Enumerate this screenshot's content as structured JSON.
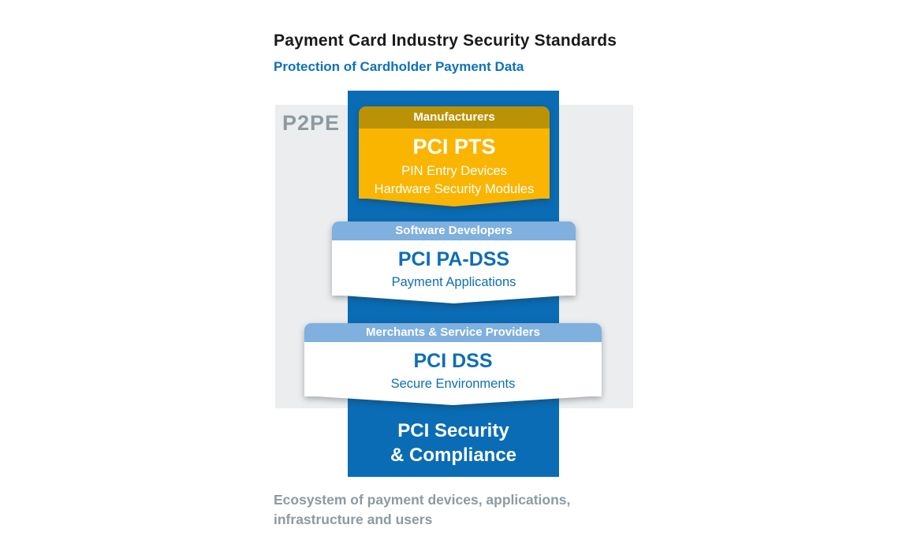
{
  "header": {
    "title": "Payment Card Industry Security Standards",
    "subtitle": "Protection of Cardholder Payment Data"
  },
  "p2pe": {
    "label": "P2PE"
  },
  "column": {
    "footer_line1": "PCI Security",
    "footer_line2": "& Compliance"
  },
  "cards": [
    {
      "id": "pci-pts",
      "audience": "Manufacturers",
      "title": "PCI PTS",
      "lines": [
        "PIN Entry Devices",
        "Hardware Security Modules"
      ]
    },
    {
      "id": "pci-pa-dss",
      "audience": "Software Developers",
      "title": "PCI PA-DSS",
      "lines": [
        "Payment Applications"
      ]
    },
    {
      "id": "pci-dss",
      "audience": "Merchants & Service Providers",
      "title": "PCI DSS",
      "lines": [
        "Secure Environments"
      ]
    }
  ],
  "caption": {
    "lines": [
      "Ecosystem of payment devices, applications,",
      "infrastructure and users"
    ]
  },
  "colors": {
    "column_blue": "#0a6cb4",
    "gold_header": "#bb9205",
    "gold_body": "#f9b500",
    "light_blue_header": "#7fb0de",
    "card_title_blue": "#0e6eb6",
    "panel_gray": "#ebedee",
    "muted_text_gray": "#8d9aa2",
    "heading_black": "#1a1a1a",
    "subtitle_blue": "#0d72b8",
    "card_text_white": "#ffffff"
  }
}
